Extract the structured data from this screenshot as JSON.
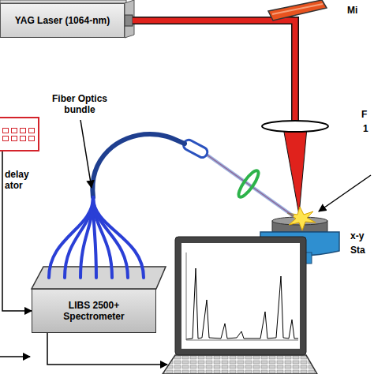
{
  "diagram": {
    "nodes": [
      {
        "text": [
          "YAG Laser (1064-nm)"
        ]
      },
      {
        "text": [
          "delay ator"
        ]
      },
      {
        "text": [
          "LIBS 2500+ Spectrometer"
        ]
      }
    ],
    "edges": [
      {
        "from": 1,
        "to": 2,
        "arrow": "to"
      }
    ],
    "labels": [
      "Mi",
      "Fiber Optics bundle",
      "F",
      "1",
      "x-y",
      "Sta"
    ]
  }
}
